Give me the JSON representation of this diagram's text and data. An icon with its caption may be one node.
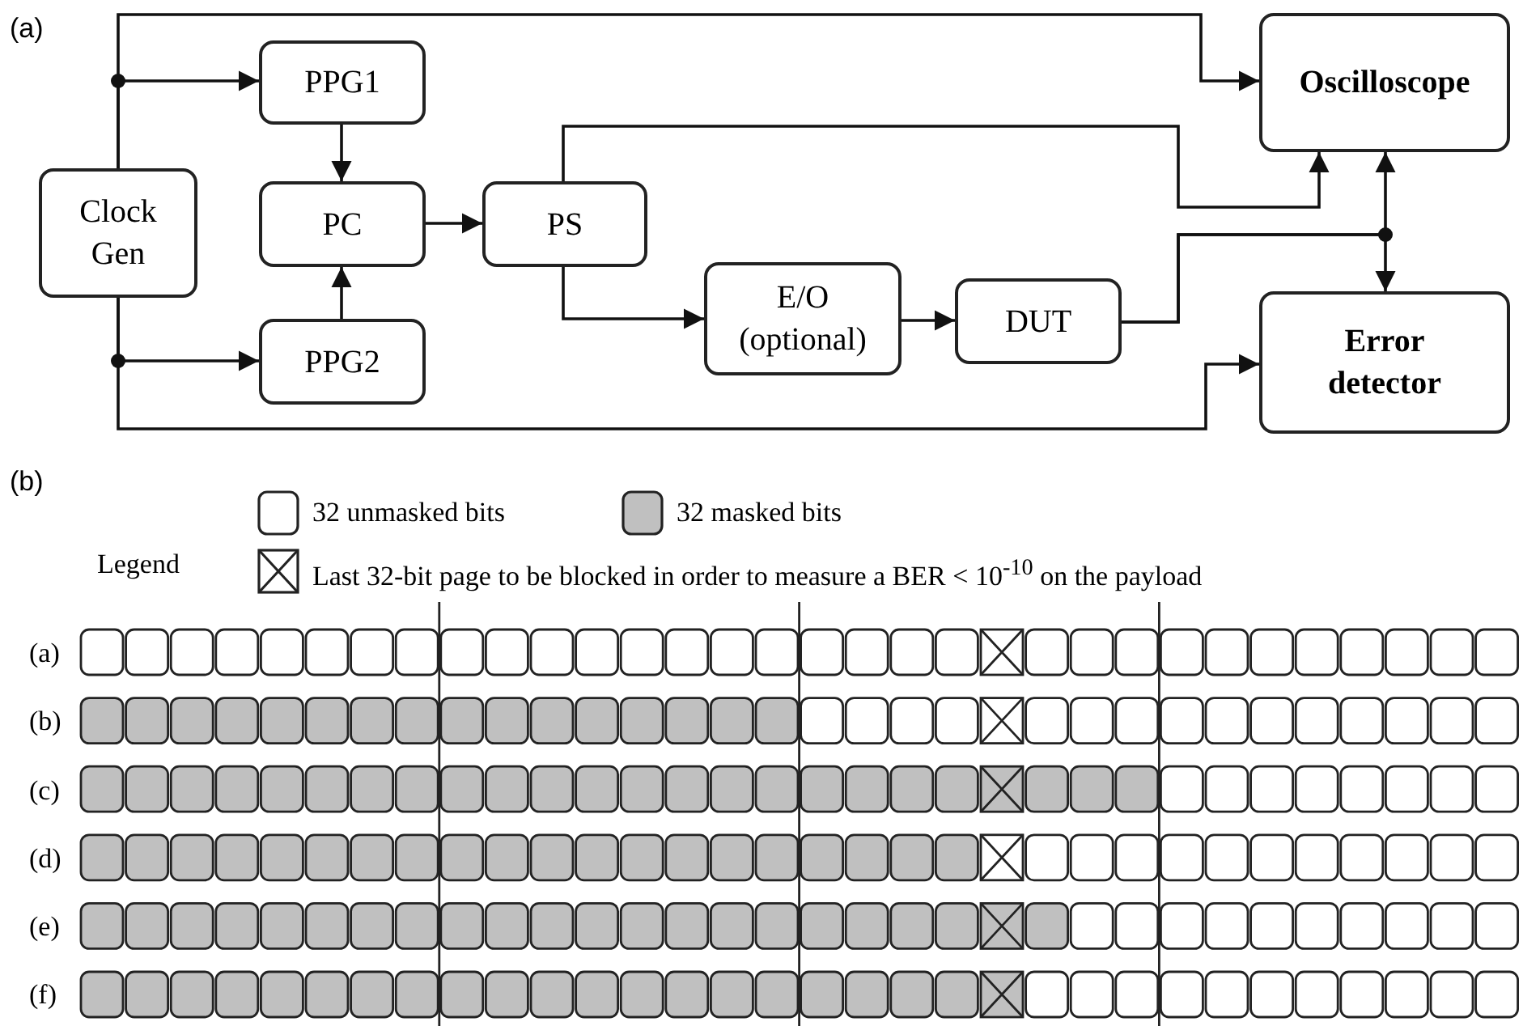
{
  "diagram": {
    "nodes": [
      {
        "text": [
          "Clock Gen"
        ]
      },
      {
        "text": [
          "PPG1"
        ]
      },
      {
        "text": [
          "PC"
        ]
      },
      {
        "text": [
          "PPG2"
        ]
      },
      {
        "text": [
          "PS"
        ]
      },
      {
        "text": [
          "E/O (optional)"
        ]
      },
      {
        "text": [
          "DUT"
        ]
      },
      {
        "text": [
          "Oscilloscope"
        ]
      },
      {
        "text": [
          "Error detector"
        ]
      }
    ],
    "edges": [
      {
        "from": 0,
        "to": 1,
        "arrow": "to"
      },
      {
        "from": 0,
        "to": 3,
        "arrow": "to"
      },
      {
        "from": 0,
        "to": 7,
        "arrow": "to"
      },
      {
        "from": 0,
        "to": 8,
        "arrow": "to"
      },
      {
        "from": 1,
        "to": 2,
        "arrow": "to"
      },
      {
        "from": 3,
        "to": 2,
        "arrow": "to"
      },
      {
        "from": 2,
        "to": 4,
        "arrow": "to"
      },
      {
        "from": 4,
        "to": 7,
        "arrow": "to"
      },
      {
        "from": 4,
        "to": 5,
        "arrow": "to"
      },
      {
        "from": 5,
        "to": 6,
        "arrow": "to"
      },
      {
        "from": 6,
        "to": 7,
        "arrow": "to"
      },
      {
        "from": 6,
        "to": 8,
        "arrow": "to"
      }
    ],
    "labels": [
      "(a)",
      "(b)",
      "Legend",
      "(a)",
      "(b)",
      "(c)",
      "(d)",
      "(e)",
      "(f)"
    ],
    "legend": [
      {
        "text": "32 unmasked bits",
        "color": "#ffffff"
      },
      {
        "text": "32 masked bits",
        "color": "#c0c0c0"
      },
      {
        "text": "Last 32-bit page to be blocked in order to measure a BER < 10$^{-10}$ on the payload"
      }
    ]
  }
}
